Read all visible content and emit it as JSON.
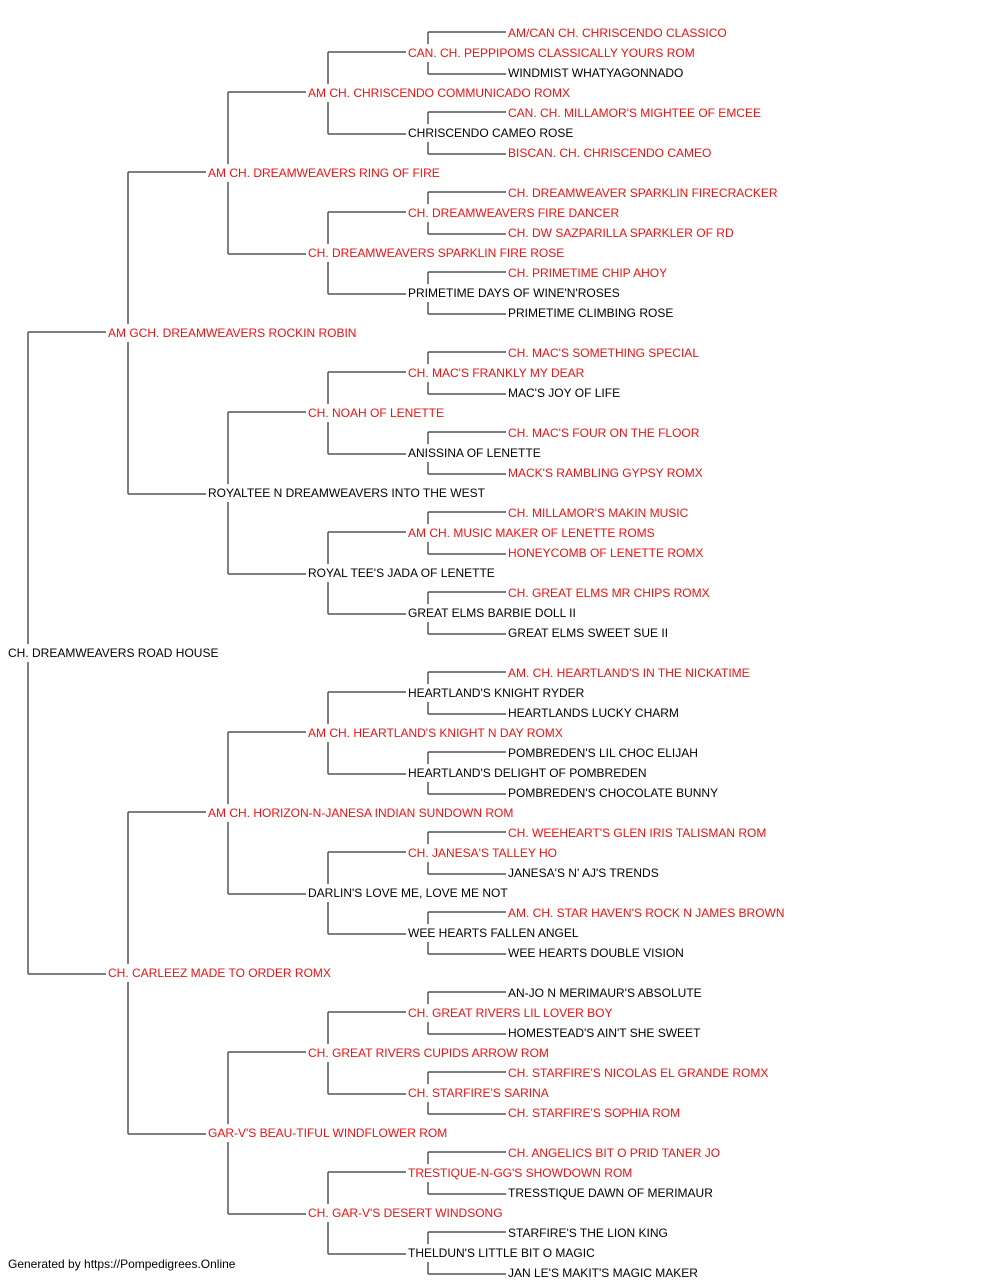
{
  "colors": {
    "champion": "#ee1111",
    "plain": "#000000",
    "connector": "#555555"
  },
  "pedigree": {
    "subject": {
      "name": "CH. DREAMWEAVERS ROAD HOUSE",
      "red": false
    },
    "generation_1": [
      {
        "name": "AM GCH. DREAMWEAVERS ROCKIN ROBIN",
        "red": true
      },
      {
        "name": "CH. CARLEEZ MADE TO ORDER ROMX",
        "red": true
      }
    ],
    "generation_2": [
      {
        "name": "AM CH. DREAMWEAVERS RING OF FIRE",
        "red": true
      },
      {
        "name": "ROYALTEE N DREAMWEAVERS INTO THE WEST",
        "red": false
      },
      {
        "name": "AM CH. HORIZON-N-JANESA INDIAN SUNDOWN ROM",
        "red": true
      },
      {
        "name": "GAR-V'S BEAU-TIFUL WINDFLOWER ROM",
        "red": true
      }
    ],
    "generation_3": [
      {
        "name": "AM CH. CHRISCENDO COMMUNICADO ROMX",
        "red": true
      },
      {
        "name": "CH. DREAMWEAVERS SPARKLIN FIRE ROSE",
        "red": true
      },
      {
        "name": "CH. NOAH OF LENETTE",
        "red": true
      },
      {
        "name": "ROYAL TEE'S JADA OF LENETTE",
        "red": false
      },
      {
        "name": "AM CH. HEARTLAND'S KNIGHT N DAY ROMX",
        "red": true
      },
      {
        "name": "DARLIN'S LOVE ME, LOVE ME NOT",
        "red": false
      },
      {
        "name": "CH. GREAT RIVERS CUPIDS ARROW ROM",
        "red": true
      },
      {
        "name": "CH. GAR-V'S DESERT WINDSONG",
        "red": true
      }
    ],
    "generation_4": [
      {
        "name": "CAN. CH. PEPPIPOMS CLASSICALLY YOURS ROM",
        "red": true
      },
      {
        "name": "CHRISCENDO CAMEO ROSE",
        "red": false
      },
      {
        "name": "CH. DREAMWEAVERS FIRE DANCER",
        "red": true
      },
      {
        "name": "PRIMETIME DAYS OF WINE'N'ROSES",
        "red": false
      },
      {
        "name": "CH. MAC'S FRANKLY MY DEAR",
        "red": true
      },
      {
        "name": "ANISSINA OF LENETTE",
        "red": false
      },
      {
        "name": "AM CH. MUSIC MAKER OF LENETTE ROMS",
        "red": true
      },
      {
        "name": "GREAT ELMS BARBIE DOLL II",
        "red": false
      },
      {
        "name": "HEARTLAND'S KNIGHT RYDER",
        "red": false
      },
      {
        "name": "HEARTLAND'S DELIGHT OF POMBREDEN",
        "red": false
      },
      {
        "name": "CH. JANESA'S TALLEY HO",
        "red": true
      },
      {
        "name": "WEE HEARTS FALLEN ANGEL",
        "red": false
      },
      {
        "name": "CH. GREAT RIVERS LIL LOVER BOY",
        "red": true
      },
      {
        "name": "CH. STARFIRE'S SARINA",
        "red": true
      },
      {
        "name": "TRESTIQUE-N-GG'S SHOWDOWN ROM",
        "red": true
      },
      {
        "name": "THELDUN'S LITTLE BIT O MAGIC",
        "red": false
      }
    ],
    "generation_5": [
      {
        "name": "AM/CAN CH. CHRISCENDO CLASSICO",
        "red": true
      },
      {
        "name": "WINDMIST WHATYAGONNADO",
        "red": false
      },
      {
        "name": "CAN. CH. MILLAMOR'S MIGHTEE OF EMCEE",
        "red": true
      },
      {
        "name": "BISCAN. CH. CHRISCENDO CAMEO",
        "red": true
      },
      {
        "name": "CH. DREAMWEAVER SPARKLIN FIRECRACKER",
        "red": true
      },
      {
        "name": "CH. DW SAZPARILLA SPARKLER OF RD",
        "red": true
      },
      {
        "name": "CH. PRIMETIME CHIP AHOY",
        "red": true
      },
      {
        "name": "PRIMETIME CLIMBING ROSE",
        "red": false
      },
      {
        "name": "CH. MAC'S SOMETHING SPECIAL",
        "red": true
      },
      {
        "name": "MAC'S JOY OF LIFE",
        "red": false
      },
      {
        "name": "CH. MAC'S FOUR ON THE FLOOR",
        "red": true
      },
      {
        "name": "MACK'S RAMBLING GYPSY ROMX",
        "red": true
      },
      {
        "name": "CH. MILLAMOR'S MAKIN MUSIC",
        "red": true
      },
      {
        "name": "HONEYCOMB OF LENETTE ROMX",
        "red": true
      },
      {
        "name": "CH. GREAT ELMS MR CHIPS ROMX",
        "red": true
      },
      {
        "name": "GREAT ELMS SWEET SUE II",
        "red": false
      },
      {
        "name": "AM. CH. HEARTLAND'S IN THE NICKATIME",
        "red": true
      },
      {
        "name": "HEARTLANDS LUCKY CHARM",
        "red": false
      },
      {
        "name": "POMBREDEN'S LIL CHOC ELIJAH",
        "red": false
      },
      {
        "name": "POMBREDEN'S CHOCOLATE BUNNY",
        "red": false
      },
      {
        "name": "CH. WEEHEART'S GLEN IRIS TALISMAN ROM",
        "red": true
      },
      {
        "name": "JANESA'S N' AJ'S TRENDS",
        "red": false
      },
      {
        "name": "AM. CH. STAR HAVEN'S ROCK N JAMES BROWN",
        "red": true
      },
      {
        "name": "WEE HEARTS DOUBLE VISION",
        "red": false
      },
      {
        "name": "AN-JO N MERIMAUR'S ABSOLUTE",
        "red": false
      },
      {
        "name": "HOMESTEAD'S AIN'T SHE SWEET",
        "red": false
      },
      {
        "name": "CH. STARFIRE'S NICOLAS EL GRANDE ROMX",
        "red": true
      },
      {
        "name": "CH. STARFIRE'S SOPHIA ROM",
        "red": true
      },
      {
        "name": "CH. ANGELICS BIT O PRID TANER JO",
        "red": true
      },
      {
        "name": "TRESSTIQUE DAWN OF MERIMAUR",
        "red": false
      },
      {
        "name": "STARFIRE'S THE LION KING",
        "red": false
      },
      {
        "name": "JAN LE'S MAKIT'S MAGIC MAKER",
        "red": false
      }
    ]
  },
  "footer": {
    "credit": "Generated by https://Pompedigrees.Online"
  }
}
